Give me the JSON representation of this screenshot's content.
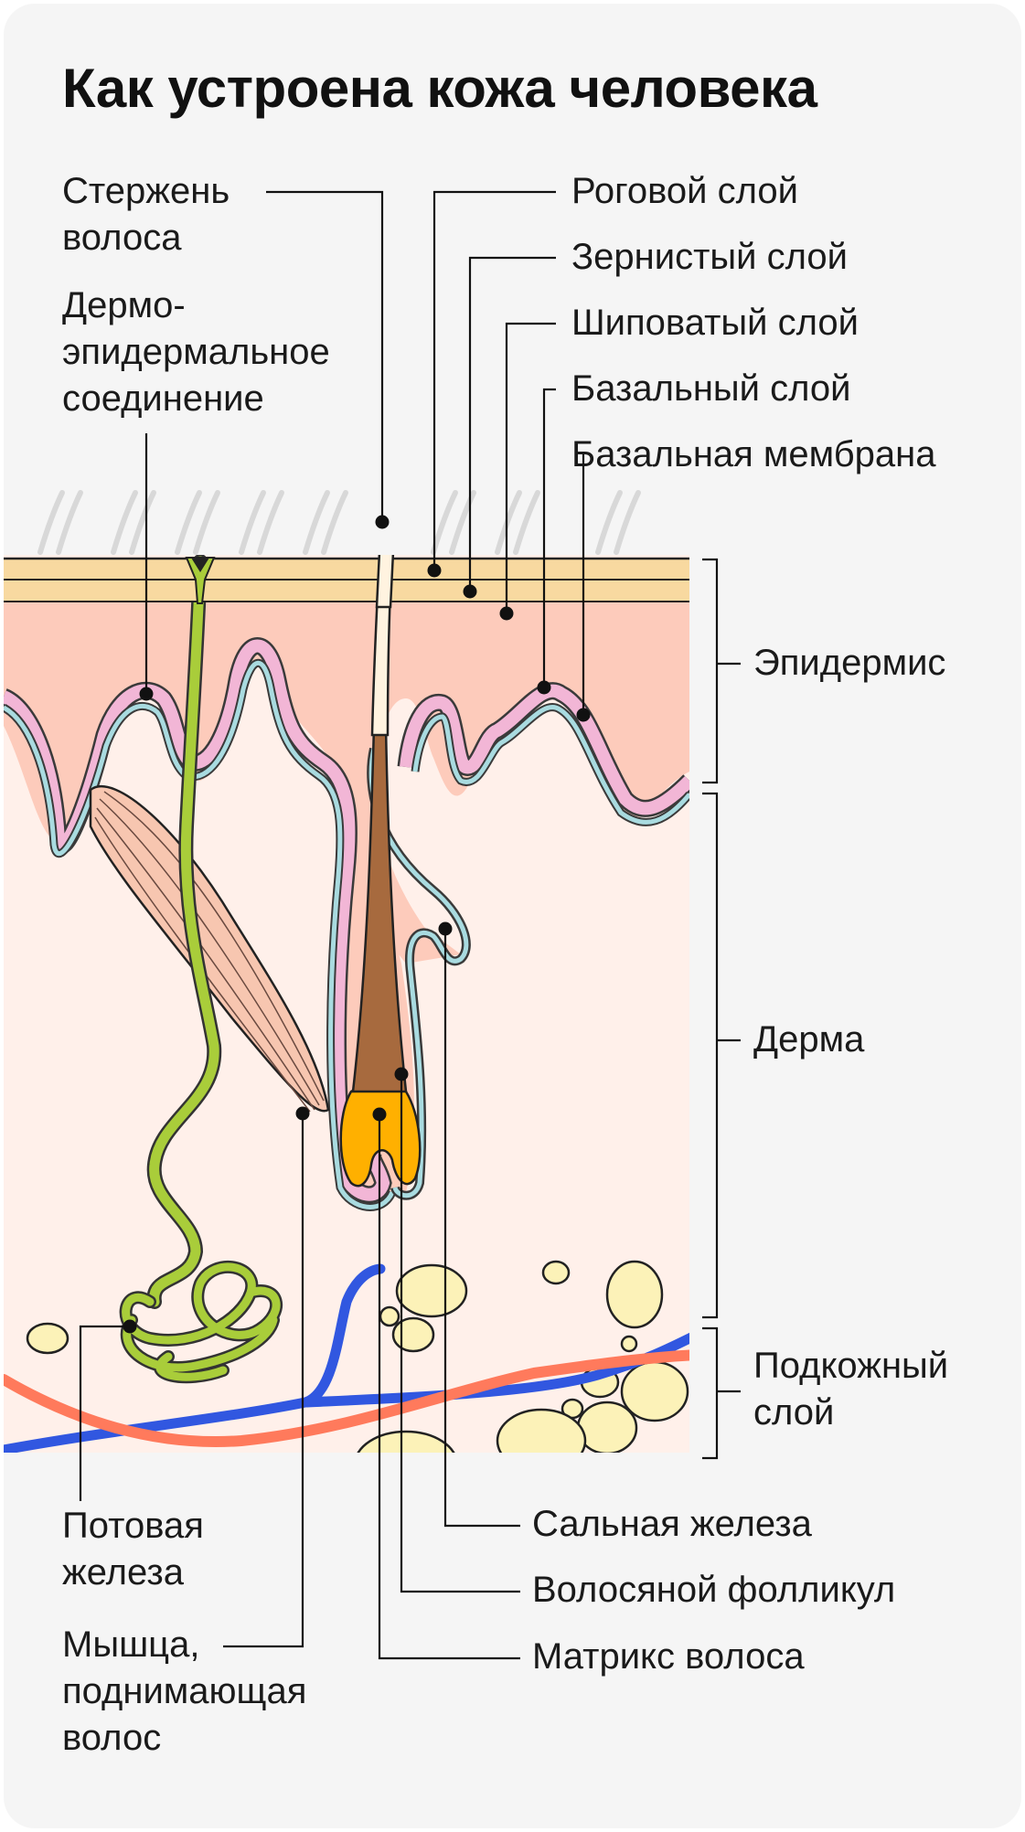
{
  "title": "Как устроена кожа человека",
  "labels": {
    "hair_shaft": [
      "Стержень",
      "волоса"
    ],
    "dej": [
      "Дермо-",
      "эпидермальное",
      "соединение"
    ],
    "stratum_corneum": "Роговой слой",
    "stratum_granulosum": "Зернистый слой",
    "stratum_spinosum": "Шиповатый слой",
    "stratum_basale": "Базальный слой",
    "basement_membrane": "Базальная мембрана",
    "epidermis": "Эпидермис",
    "dermis": "Дерма",
    "hypodermis": [
      "Подкожный",
      "слой"
    ],
    "sweat_gland": [
      "Потовая",
      "железа"
    ],
    "arrector_muscle": [
      "Мышца,",
      "поднимающая",
      "волос"
    ],
    "sebaceous_gland": "Сальная железа",
    "hair_follicle": "Волосяной фолликул",
    "hair_matrix": "Матрикс волоса"
  },
  "colors": {
    "background": "#f5f5f5",
    "stratum_corneum": "#f8d9a0",
    "epidermis": "#fdcbbb",
    "dermis": "#fff0ea",
    "basal_layer": "#f2b6d6",
    "basement_membrane": "#a9dbe0",
    "sweat_gland": "#a9cd3a",
    "muscle": "#f7c6b0",
    "hair_root": "#a76a3e",
    "hair_matrix": "#ffb000",
    "fat_cells": "#fcf2b8",
    "vein": "#3157e0",
    "artery": "#ff7a5c"
  }
}
